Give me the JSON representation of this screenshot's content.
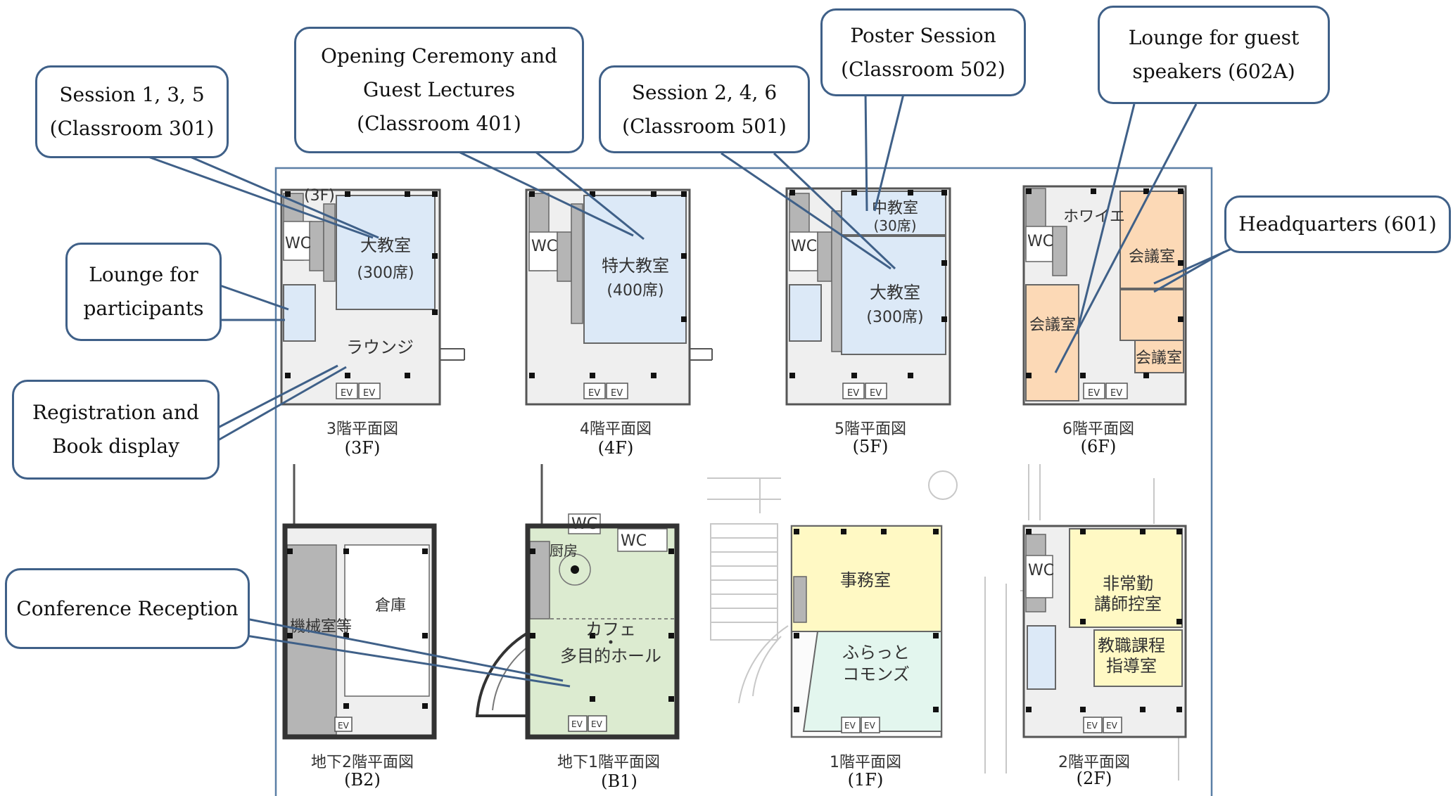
{
  "callouts": {
    "session135": {
      "line1": "Session 1, 3, 5",
      "line2": "(Classroom 301)"
    },
    "opening": {
      "line1": "Opening Ceremony and",
      "line2": "Guest Lectures",
      "line3": "(Classroom 401)"
    },
    "session246": {
      "line1": "Session 2, 4, 6",
      "line2": "(Classroom 501)"
    },
    "poster": {
      "line1": "Poster Session",
      "line2": "(Classroom 502)"
    },
    "lounge_guest": {
      "line1": "Lounge for guest",
      "line2": "speakers (602A)"
    },
    "headquarters": {
      "line1": "Headquarters (601)"
    },
    "lounge_participants": {
      "line1": "Lounge for",
      "line2": "participants"
    },
    "registration": {
      "line1": "Registration and",
      "line2": "Book display"
    },
    "reception": {
      "line1": "Conference Reception"
    }
  },
  "floors": {
    "f3": {
      "caption": "3階平面図",
      "en": "(3F)",
      "corner_label": "(3F)",
      "wc": "WC",
      "room": "大教室",
      "room_cap": "(300席)",
      "lounge": "ラウンジ",
      "ev1": "EV",
      "ev2": "EV"
    },
    "f4": {
      "caption": "4階平面図",
      "en": "(4F)",
      "wc": "WC",
      "room": "特大教室",
      "room_cap": "(400席)",
      "ev1": "EV",
      "ev2": "EV"
    },
    "f5": {
      "caption": "5階平面図",
      "en": "(5F)",
      "wc": "WC",
      "room_small": "中教室",
      "room_small_cap": "(30席)",
      "room": "大教室",
      "room_cap": "(300席)",
      "ev1": "EV",
      "ev2": "EV"
    },
    "f6": {
      "caption": "6階平面図",
      "en": "(6F)",
      "wc": "WC",
      "foyer": "ホワイエ",
      "room_a": "会議室",
      "room_b": "会議室",
      "room_c": "会議室",
      "ev1": "EV",
      "ev2": "EV"
    },
    "b2": {
      "caption": "地下2階平面図",
      "en": "(B2)",
      "machine": "機械室等",
      "storage": "倉庫",
      "ev1": "EV"
    },
    "b1": {
      "caption": "地下1階平面図",
      "en": "(B1)",
      "wc1": "WC",
      "wc2": "WC",
      "kitchen": "厨房",
      "cafe": "カフェ",
      "hall": "多目的ホール",
      "ev1": "EV",
      "ev2": "EV"
    },
    "f1": {
      "caption": "1階平面図",
      "en": "(1F)",
      "office": "事務室",
      "commons1": "ふらっと",
      "commons2": "コモンズ",
      "ev1": "EV",
      "ev2": "EV"
    },
    "f2": {
      "caption": "2階平面図",
      "en": "(2F)",
      "wc": "WC",
      "room1a": "非常勤",
      "room1b": "講師控室",
      "room2a": "教職課程",
      "room2b": "指導室",
      "ev1": "EV",
      "ev2": "EV"
    }
  },
  "colors": {
    "callout_border": "#3f6088",
    "blue_room": "#dce9f7",
    "orange_room": "#fcd9b6",
    "green_room": "#dcebd0",
    "yellow_room": "#fff9c4",
    "mint_room": "#e3f6ee",
    "corridor": "#efefef",
    "wall": "#5a5a5a",
    "frame": "#5b7fa6"
  }
}
